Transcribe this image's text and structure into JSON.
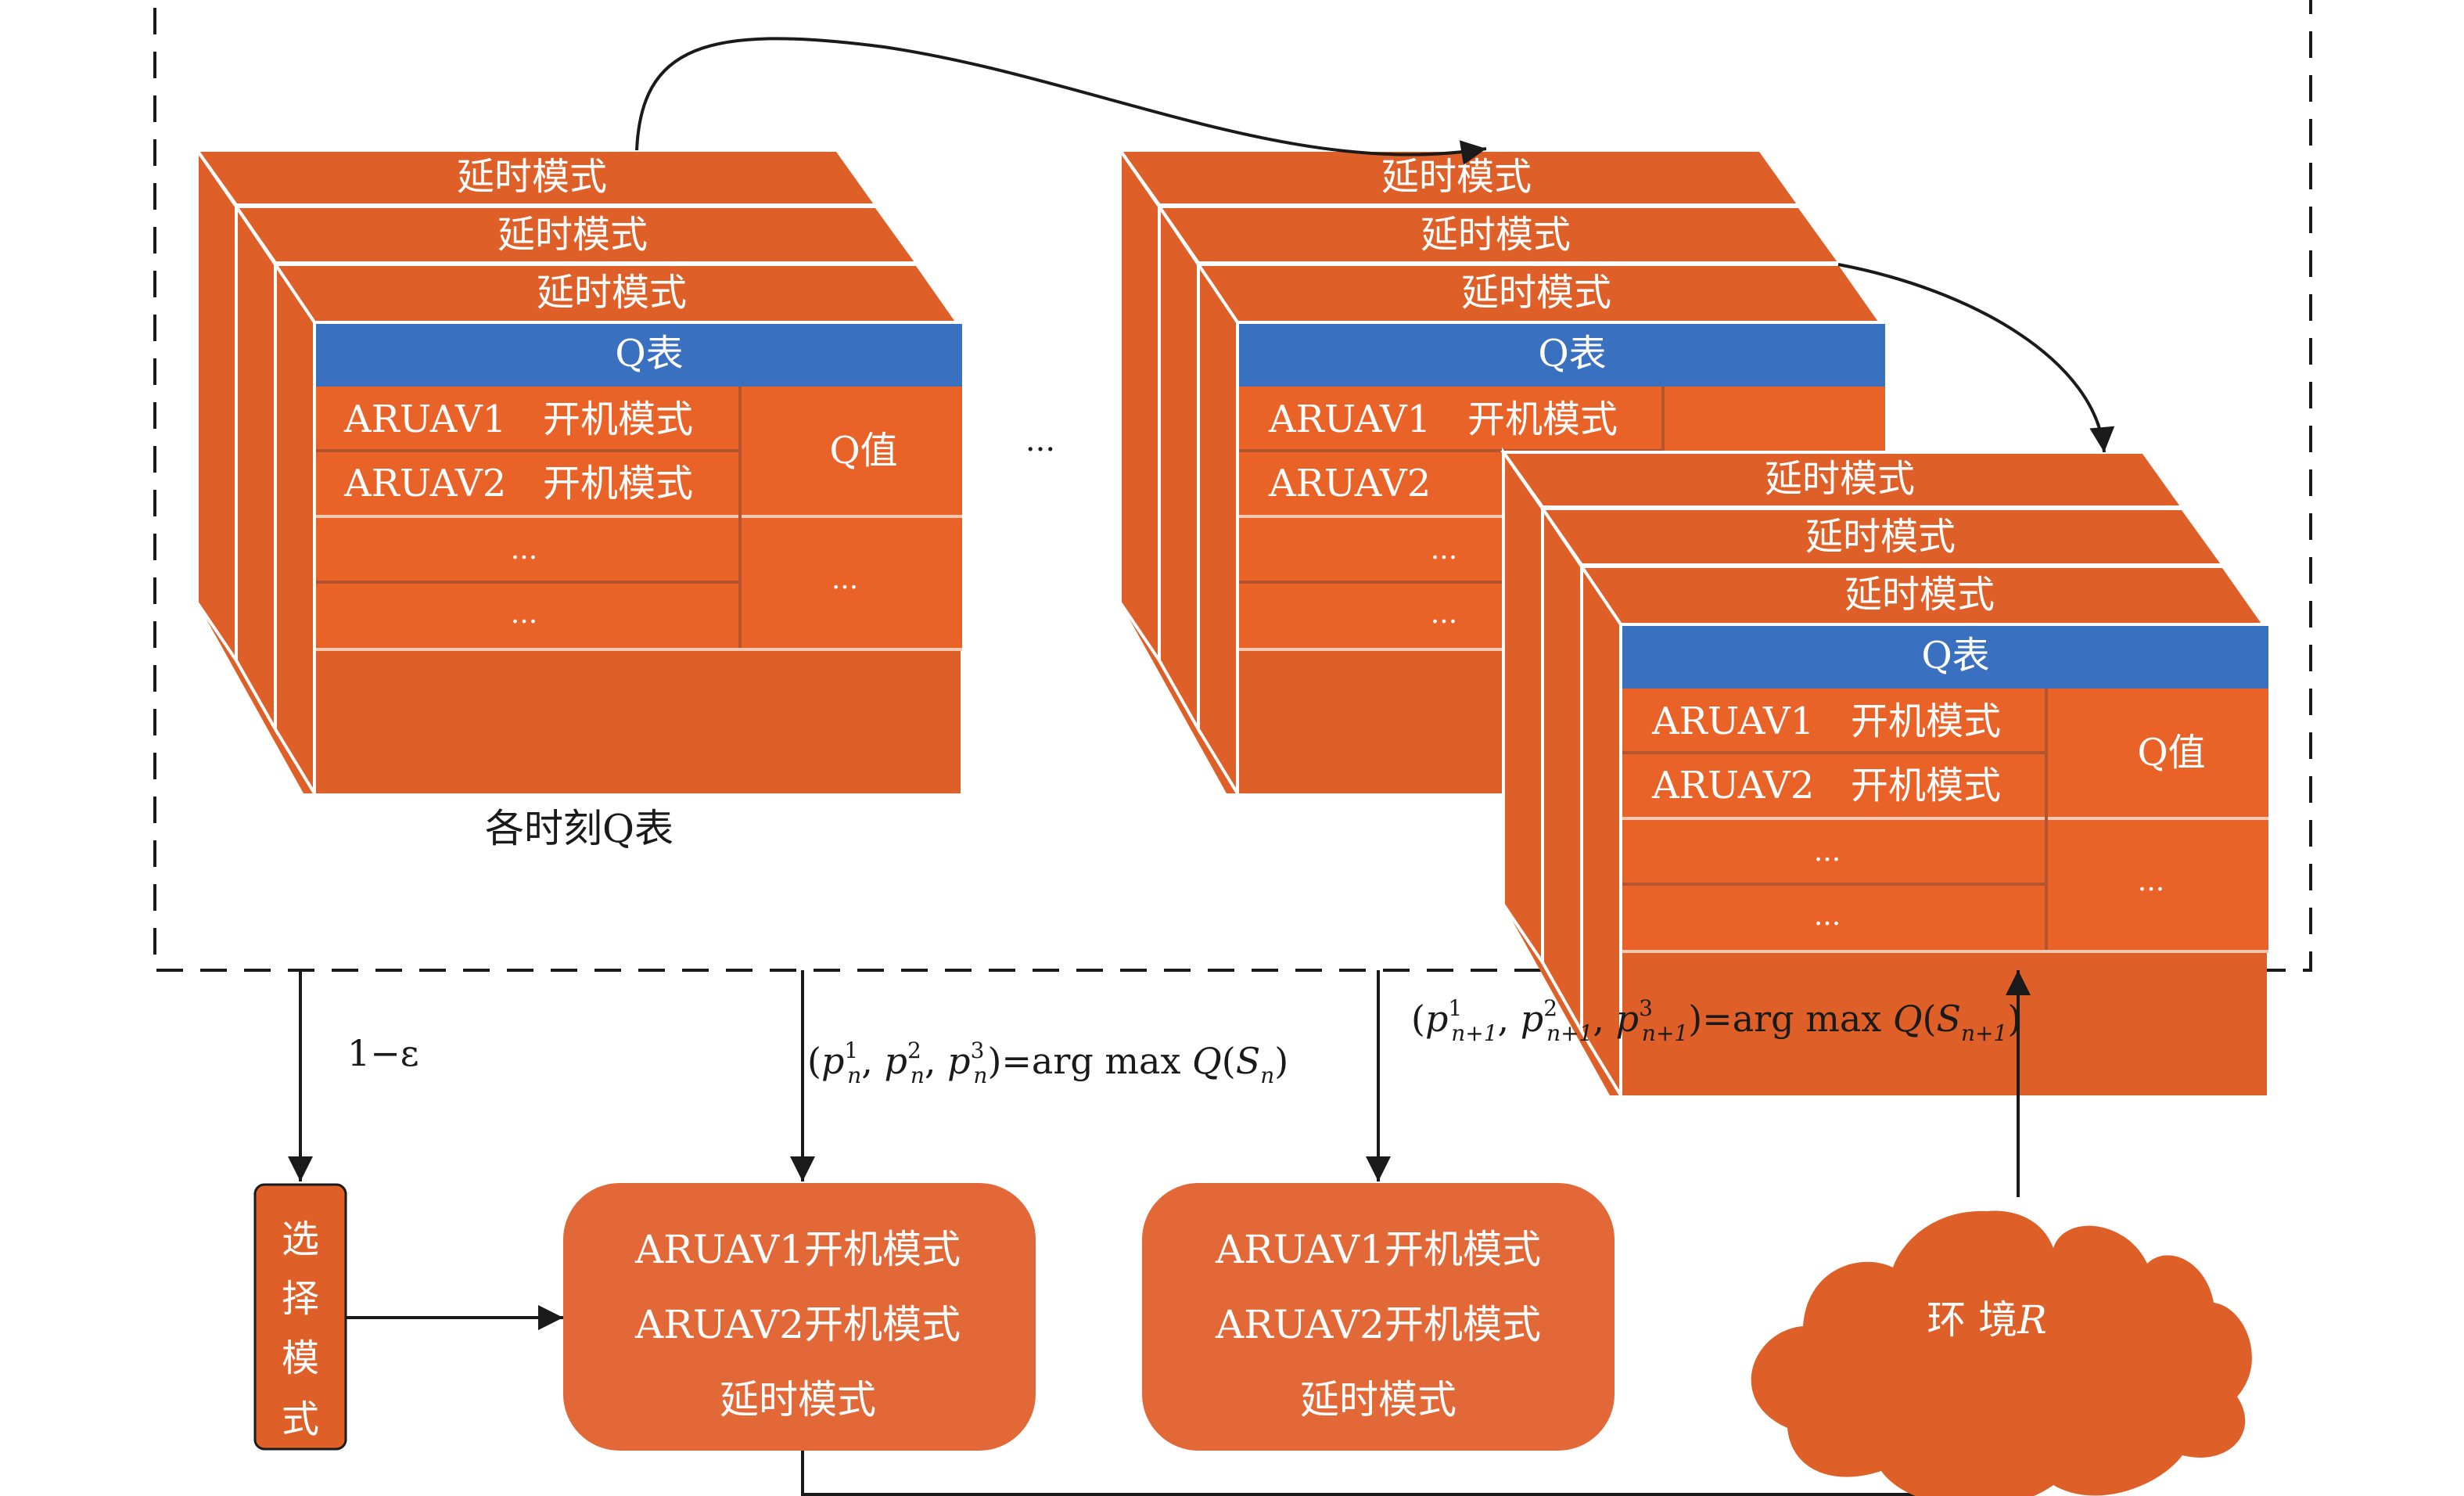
{
  "colors": {
    "orange_dark": "#DE5F27",
    "orange_face": "#E96228",
    "orange_box": "#E26838",
    "blue": "#3A70C0",
    "line": "#1a1a1a"
  },
  "group": {
    "caption": "各时刻Q表",
    "between_ellipsis": "..."
  },
  "cube": {
    "layer_label": "延时模式",
    "header": "Q表",
    "rows": [
      {
        "uav": "ARUAV1",
        "mode": "开机模式"
      },
      {
        "uav": "ARUAV2",
        "mode": "开机模式"
      },
      {
        "uav": "...",
        "mode": ""
      },
      {
        "uav": "...",
        "mode": ""
      }
    ],
    "qvalue_label": "Q值",
    "qvalue_more": "..."
  },
  "cube2_visible": {
    "row1_uav": "ARUAV1",
    "row1_mode": "开机模式",
    "row2_uav": "ARUAV2",
    "row3": "...",
    "row4": "..."
  },
  "selector": {
    "label_chars": [
      "选",
      "择",
      "模",
      "式"
    ],
    "branch_label": "1−ε"
  },
  "formula_n": {
    "open": "(",
    "p": "p",
    "sub": "n",
    "sup1": "1",
    "sup2": "2",
    "sup3": "3",
    "rest": ")=arg max ",
    "Q": "Q",
    "S": "S"
  },
  "formula_n1": {
    "sub": "n+1",
    "rest": ")=arg max "
  },
  "action_boxes": [
    {
      "lines": [
        "ARUAV1开机模式",
        "ARUAV2开机模式",
        "延时模式"
      ]
    },
    {
      "lines": [
        "ARUAV1开机模式",
        "ARUAV2开机模式",
        "延时模式"
      ]
    }
  ],
  "environment": {
    "label": "环 境",
    "symbol": "R"
  }
}
